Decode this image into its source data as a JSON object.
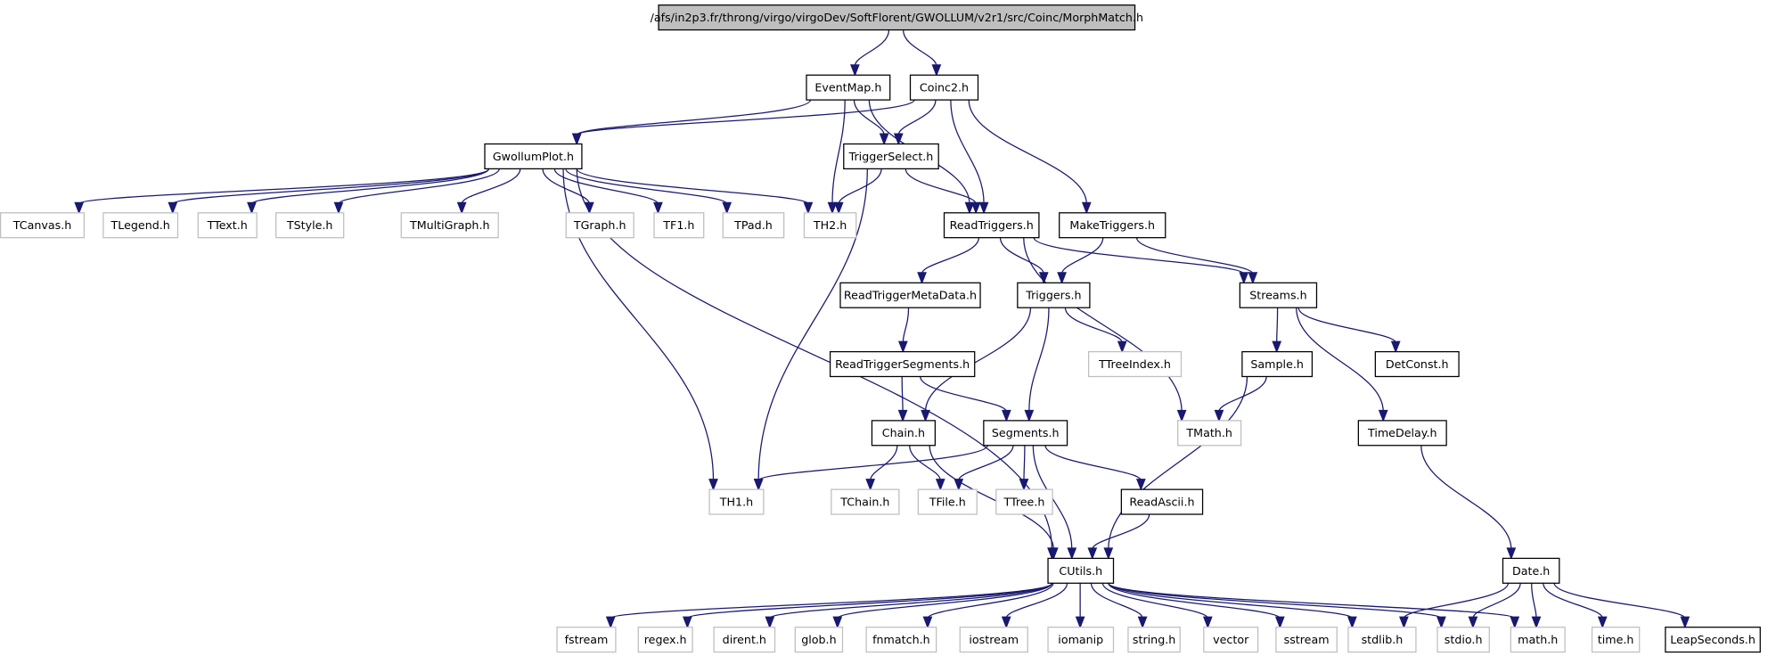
{
  "colors": {
    "edge": "#191970",
    "node_border": "#000000",
    "external_border": "#bfbfbf",
    "root_fill": "#bfbfbf",
    "background": "#ffffff"
  },
  "nodes": {
    "root": {
      "label": "/afs/in2p3.fr/throng/virgo/virgoDev/SoftFlorent/GWOLLUM/v2r1/src/Coinc/MorphMatch.h",
      "style": "root"
    },
    "eventmap": {
      "label": "EventMap.h",
      "style": "primary"
    },
    "coinc2": {
      "label": "Coinc2.h",
      "style": "primary"
    },
    "gwollumplot": {
      "label": "GwollumPlot.h",
      "style": "primary"
    },
    "triggerselect": {
      "label": "TriggerSelect.h",
      "style": "primary"
    },
    "readtriggers": {
      "label": "ReadTriggers.h",
      "style": "primary"
    },
    "maketriggers": {
      "label": "MakeTriggers.h",
      "style": "primary"
    },
    "tcanvas": {
      "label": "TCanvas.h",
      "style": "external"
    },
    "tlegend": {
      "label": "TLegend.h",
      "style": "external"
    },
    "ttext": {
      "label": "TText.h",
      "style": "external"
    },
    "tstyle": {
      "label": "TStyle.h",
      "style": "external"
    },
    "tmultigraph": {
      "label": "TMultiGraph.h",
      "style": "external"
    },
    "tgraph": {
      "label": "TGraph.h",
      "style": "external"
    },
    "tf1": {
      "label": "TF1.h",
      "style": "external"
    },
    "tpad": {
      "label": "TPad.h",
      "style": "external"
    },
    "th2": {
      "label": "TH2.h",
      "style": "external"
    },
    "readtriggermetadata": {
      "label": "ReadTriggerMetaData.h",
      "style": "primary"
    },
    "triggers": {
      "label": "Triggers.h",
      "style": "primary"
    },
    "streams": {
      "label": "Streams.h",
      "style": "primary"
    },
    "readtriggersegments": {
      "label": "ReadTriggerSegments.h",
      "style": "primary"
    },
    "ttreeindex": {
      "label": "TTreeIndex.h",
      "style": "external"
    },
    "sample": {
      "label": "Sample.h",
      "style": "primary"
    },
    "detconst": {
      "label": "DetConst.h",
      "style": "primary"
    },
    "chain": {
      "label": "Chain.h",
      "style": "primary"
    },
    "segments": {
      "label": "Segments.h",
      "style": "primary"
    },
    "tmath": {
      "label": "TMath.h",
      "style": "external"
    },
    "timedelay": {
      "label": "TimeDelay.h",
      "style": "primary"
    },
    "th1": {
      "label": "TH1.h",
      "style": "external"
    },
    "tchain": {
      "label": "TChain.h",
      "style": "external"
    },
    "tfile": {
      "label": "TFile.h",
      "style": "external"
    },
    "ttree": {
      "label": "TTree.h",
      "style": "external"
    },
    "readascii": {
      "label": "ReadAscii.h",
      "style": "primary"
    },
    "date": {
      "label": "Date.h",
      "style": "primary"
    },
    "cutils": {
      "label": "CUtils.h",
      "style": "primary"
    },
    "fstream": {
      "label": "fstream",
      "style": "external"
    },
    "regex": {
      "label": "regex.h",
      "style": "external"
    },
    "dirent": {
      "label": "dirent.h",
      "style": "external"
    },
    "glob": {
      "label": "glob.h",
      "style": "external"
    },
    "fnmatch": {
      "label": "fnmatch.h",
      "style": "external"
    },
    "iostream": {
      "label": "iostream",
      "style": "external"
    },
    "iomanip": {
      "label": "iomanip",
      "style": "external"
    },
    "string": {
      "label": "string.h",
      "style": "external"
    },
    "vector": {
      "label": "vector",
      "style": "external"
    },
    "sstream": {
      "label": "sstream",
      "style": "external"
    },
    "stdlib": {
      "label": "stdlib.h",
      "style": "external"
    },
    "stdio": {
      "label": "stdio.h",
      "style": "external"
    },
    "math": {
      "label": "math.h",
      "style": "external"
    },
    "time": {
      "label": "time.h",
      "style": "external"
    },
    "leapseconds": {
      "label": "LeapSeconds.h",
      "style": "primary"
    }
  },
  "edges": [
    [
      "root",
      "eventmap"
    ],
    [
      "root",
      "coinc2"
    ],
    [
      "eventmap",
      "gwollumplot"
    ],
    [
      "eventmap",
      "triggerselect"
    ],
    [
      "eventmap",
      "th2"
    ],
    [
      "eventmap",
      "readtriggers"
    ],
    [
      "coinc2",
      "gwollumplot"
    ],
    [
      "coinc2",
      "triggerselect"
    ],
    [
      "coinc2",
      "readtriggers"
    ],
    [
      "coinc2",
      "maketriggers"
    ],
    [
      "gwollumplot",
      "tcanvas"
    ],
    [
      "gwollumplot",
      "tlegend"
    ],
    [
      "gwollumplot",
      "ttext"
    ],
    [
      "gwollumplot",
      "tstyle"
    ],
    [
      "gwollumplot",
      "tmultigraph"
    ],
    [
      "gwollumplot",
      "tgraph"
    ],
    [
      "gwollumplot",
      "tf1"
    ],
    [
      "gwollumplot",
      "tpad"
    ],
    [
      "gwollumplot",
      "th2"
    ],
    [
      "gwollumplot",
      "th1"
    ],
    [
      "gwollumplot",
      "cutils"
    ],
    [
      "triggerselect",
      "th2"
    ],
    [
      "triggerselect",
      "readtriggers"
    ],
    [
      "triggerselect",
      "th1"
    ],
    [
      "readtriggers",
      "readtriggermetadata"
    ],
    [
      "readtriggers",
      "triggers"
    ],
    [
      "readtriggers",
      "streams"
    ],
    [
      "readtriggers",
      "tmath"
    ],
    [
      "maketriggers",
      "triggers"
    ],
    [
      "maketriggers",
      "streams"
    ],
    [
      "readtriggermetadata",
      "readtriggersegments"
    ],
    [
      "readtriggersegments",
      "chain"
    ],
    [
      "readtriggersegments",
      "segments"
    ],
    [
      "triggers",
      "chain"
    ],
    [
      "triggers",
      "segments"
    ],
    [
      "triggers",
      "ttreeindex"
    ],
    [
      "streams",
      "sample"
    ],
    [
      "streams",
      "detconst"
    ],
    [
      "streams",
      "timedelay"
    ],
    [
      "sample",
      "tmath"
    ],
    [
      "sample",
      "cutils"
    ],
    [
      "chain",
      "tchain"
    ],
    [
      "chain",
      "tfile"
    ],
    [
      "chain",
      "cutils"
    ],
    [
      "segments",
      "th1"
    ],
    [
      "segments",
      "tfile"
    ],
    [
      "segments",
      "ttree"
    ],
    [
      "segments",
      "readascii"
    ],
    [
      "segments",
      "cutils"
    ],
    [
      "readascii",
      "cutils"
    ],
    [
      "timedelay",
      "date"
    ],
    [
      "date",
      "stdlib"
    ],
    [
      "date",
      "stdio"
    ],
    [
      "date",
      "math"
    ],
    [
      "date",
      "time"
    ],
    [
      "date",
      "leapseconds"
    ],
    [
      "cutils",
      "fstream"
    ],
    [
      "cutils",
      "regex"
    ],
    [
      "cutils",
      "dirent"
    ],
    [
      "cutils",
      "glob"
    ],
    [
      "cutils",
      "fnmatch"
    ],
    [
      "cutils",
      "iostream"
    ],
    [
      "cutils",
      "iomanip"
    ],
    [
      "cutils",
      "string"
    ],
    [
      "cutils",
      "vector"
    ],
    [
      "cutils",
      "sstream"
    ],
    [
      "cutils",
      "stdlib"
    ],
    [
      "cutils",
      "stdio"
    ],
    [
      "cutils",
      "math"
    ]
  ]
}
